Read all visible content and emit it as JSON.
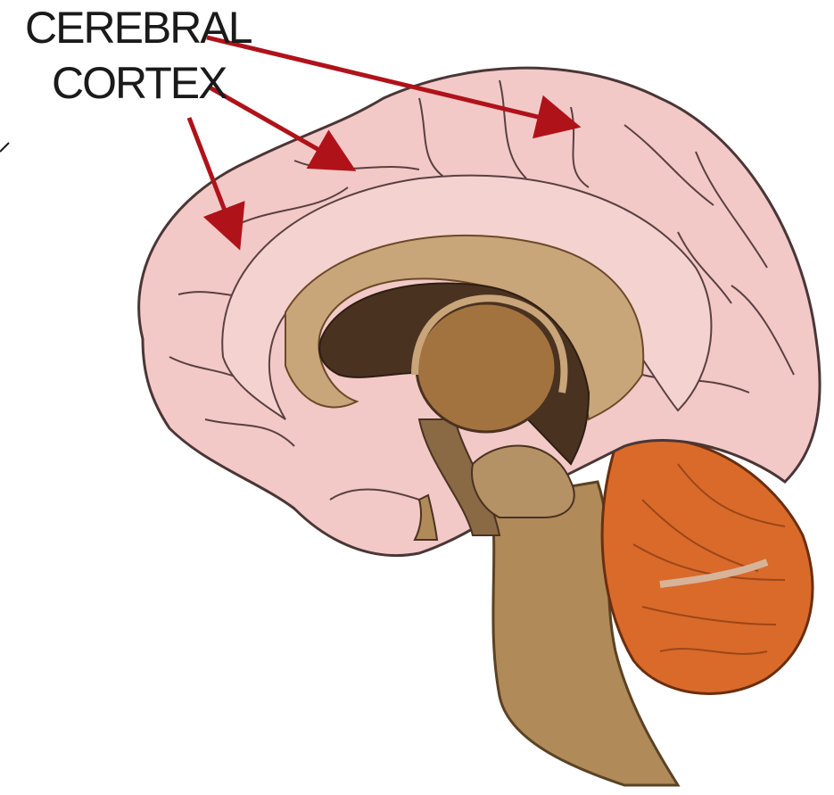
{
  "labels": {
    "line1": "CEREBRAL",
    "line2": "CORTEX"
  },
  "colors": {
    "background": "#ffffff",
    "cortex": "#f2c9c7",
    "cortex_outline": "#4a3636",
    "corpus_callosum": "#c9a57a",
    "ventricle": "#4a3221",
    "thalamus": "#a3733f",
    "brainstem": "#b08a58",
    "cerebellum": "#d96a2a",
    "arrow": "#b0121a"
  },
  "icons": {
    "arrow": "red-pointer-arrow"
  }
}
